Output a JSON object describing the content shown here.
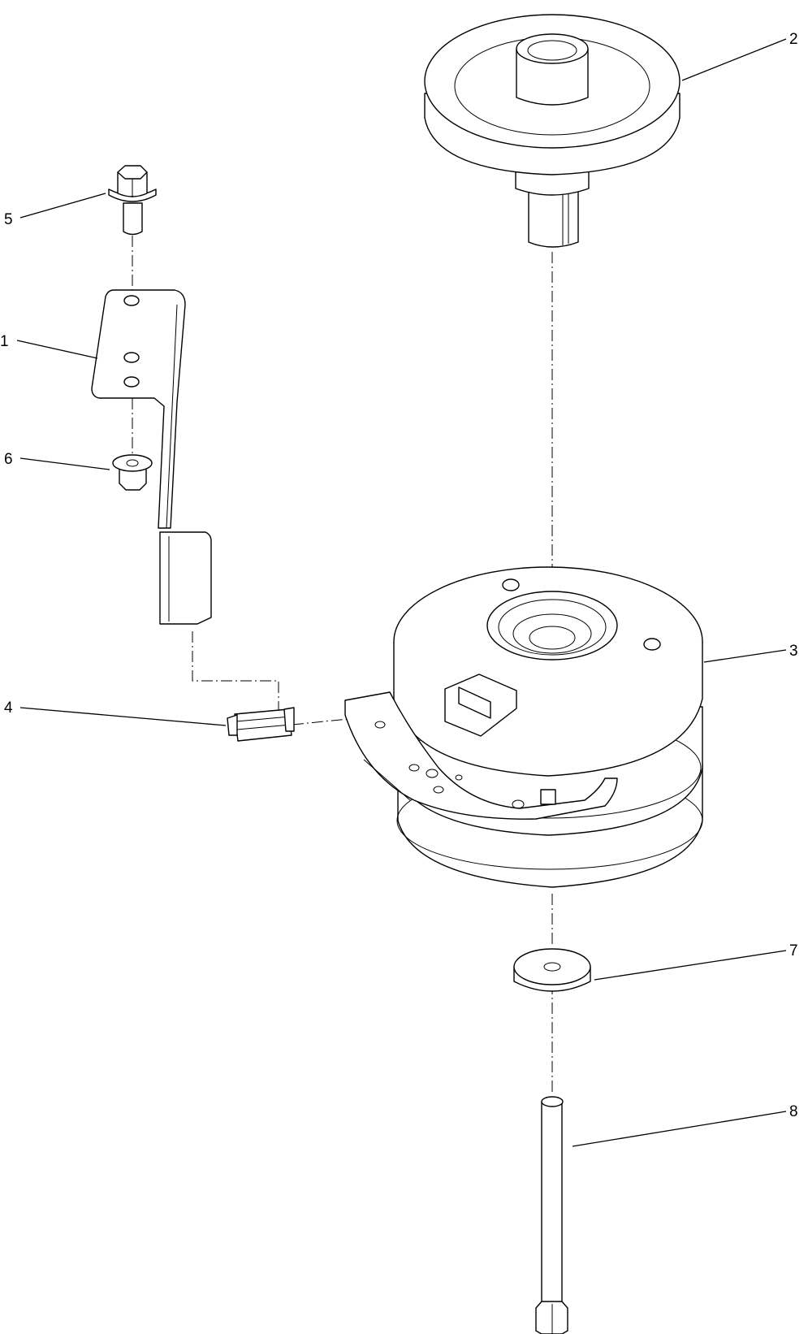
{
  "callouts": [
    {
      "id": "1",
      "part": "bracket"
    },
    {
      "id": "2",
      "part": "pulley"
    },
    {
      "id": "3",
      "part": "clutch"
    },
    {
      "id": "4",
      "part": "clip"
    },
    {
      "id": "5",
      "part": "bolt"
    },
    {
      "id": "6",
      "part": "nut"
    },
    {
      "id": "7",
      "part": "spacer-washer"
    },
    {
      "id": "8",
      "part": "long-bolt"
    }
  ]
}
